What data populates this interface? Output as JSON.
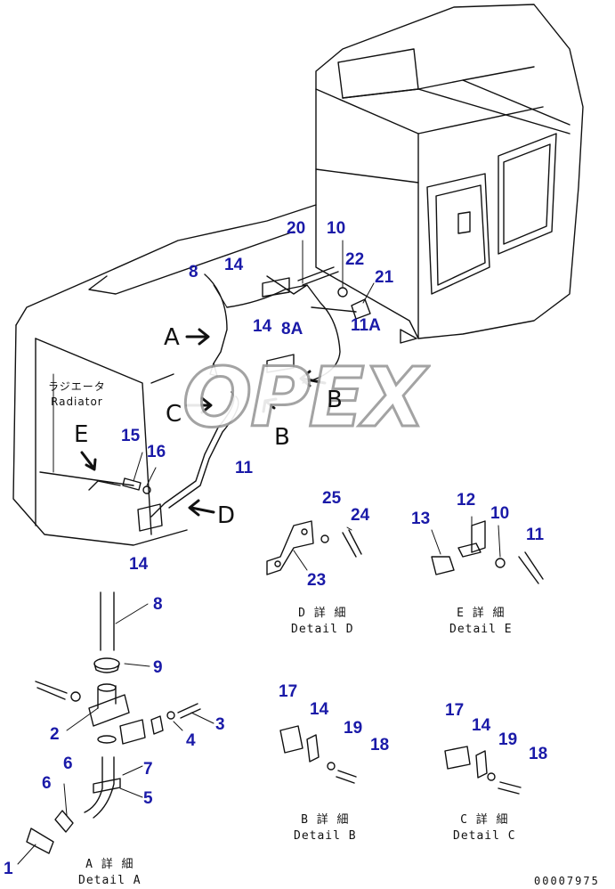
{
  "diagram": {
    "callouts": [
      {
        "id": "c1",
        "text": "1"
      },
      {
        "id": "c2",
        "text": "2"
      },
      {
        "id": "c3",
        "text": "3"
      },
      {
        "id": "c4",
        "text": "4"
      },
      {
        "id": "c5",
        "text": "5"
      },
      {
        "id": "c6a",
        "text": "6"
      },
      {
        "id": "c6b",
        "text": "6"
      },
      {
        "id": "c7",
        "text": "7"
      },
      {
        "id": "c8top",
        "text": "8"
      },
      {
        "id": "c8A",
        "text": "8A"
      },
      {
        "id": "c8low",
        "text": "8"
      },
      {
        "id": "c9",
        "text": "9"
      },
      {
        "id": "c10top",
        "text": "10"
      },
      {
        "id": "c10e",
        "text": "10"
      },
      {
        "id": "c11main",
        "text": "11"
      },
      {
        "id": "c11A",
        "text": "11A"
      },
      {
        "id": "c11e",
        "text": "11"
      },
      {
        "id": "c12",
        "text": "12"
      },
      {
        "id": "c13",
        "text": "13"
      },
      {
        "id": "c14top",
        "text": "14"
      },
      {
        "id": "c14mid",
        "text": "14"
      },
      {
        "id": "c14bottom",
        "text": "14"
      },
      {
        "id": "c14b",
        "text": "14"
      },
      {
        "id": "c14c",
        "text": "14"
      },
      {
        "id": "c15",
        "text": "15"
      },
      {
        "id": "c16",
        "text": "16"
      },
      {
        "id": "c17b",
        "text": "17"
      },
      {
        "id": "c17c",
        "text": "17"
      },
      {
        "id": "c18b",
        "text": "18"
      },
      {
        "id": "c18c",
        "text": "18"
      },
      {
        "id": "c19b",
        "text": "19"
      },
      {
        "id": "c19c",
        "text": "19"
      },
      {
        "id": "c20",
        "text": "20"
      },
      {
        "id": "c21",
        "text": "21"
      },
      {
        "id": "c22",
        "text": "22"
      },
      {
        "id": "c23",
        "text": "23"
      },
      {
        "id": "c24",
        "text": "24"
      },
      {
        "id": "c25",
        "text": "25"
      }
    ],
    "view_letters": [
      {
        "id": "A",
        "text": "A"
      },
      {
        "id": "B",
        "text": "B"
      },
      {
        "id": "C",
        "text": "C"
      },
      {
        "id": "D",
        "text": "D"
      },
      {
        "id": "E",
        "text": "E"
      },
      {
        "id": "B2",
        "text": "B"
      }
    ],
    "radiator_label": {
      "jp": "ラジエータ",
      "en": "Radiator"
    },
    "detail_captions": [
      {
        "id": "A",
        "jp": "A 詳 細",
        "en": "Detail A"
      },
      {
        "id": "B",
        "jp": "B 詳 細",
        "en": "Detail B"
      },
      {
        "id": "C",
        "jp": "C 詳 細",
        "en": "Detail C"
      },
      {
        "id": "D",
        "jp": "D 詳 細",
        "en": "Detail D"
      },
      {
        "id": "E",
        "jp": "E 詳 細",
        "en": "Detail E"
      }
    ],
    "document_number": "00007975",
    "watermark": "OPEX",
    "colors": {
      "callout": "#1a1aa8",
      "line": "#111111",
      "watermark_stroke": "#9a9a9a"
    }
  }
}
